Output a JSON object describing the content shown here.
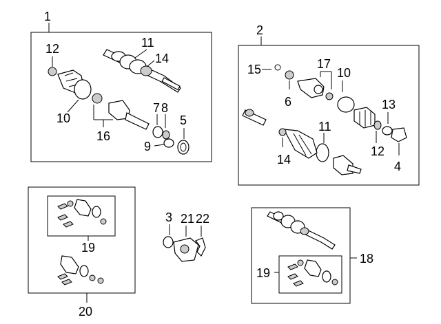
{
  "callouts": {
    "c1": "1",
    "c2": "2",
    "c3": "3",
    "c4": "4",
    "c5": "5",
    "c6": "6",
    "c7": "7",
    "c8": "8",
    "c9": "9",
    "c10a": "10",
    "c10b": "10",
    "c11a": "11",
    "c11b": "11",
    "c12a": "12",
    "c12b": "12",
    "c13": "13",
    "c14a": "14",
    "c14b": "14",
    "c15": "15",
    "c16": "16",
    "c17": "17",
    "c18": "18",
    "c19a": "19",
    "c19b": "19",
    "c20": "20",
    "c21": "21",
    "c22": "22"
  },
  "colors": {
    "line": "#000000",
    "background": "#ffffff",
    "shade": "#cccccc"
  }
}
